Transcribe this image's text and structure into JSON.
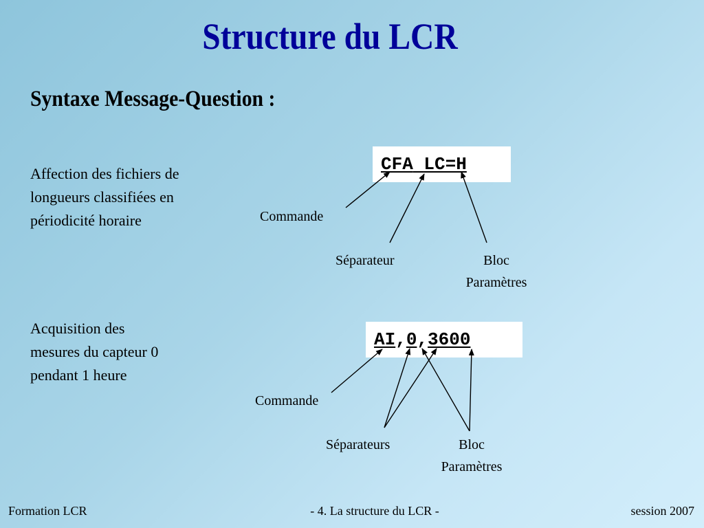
{
  "slide": {
    "title": "Structure du LCR",
    "subtitle": "Syntaxe Message-Question :",
    "colors": {
      "title": "#000099",
      "text": "#000000",
      "code_bg": "#ffffff",
      "background_start": "#8ec5dc",
      "background_end": "#d3eefb"
    }
  },
  "example1": {
    "description": [
      "Affection des fichiers de",
      "longueurs classifiées en",
      "périodicité horaire"
    ],
    "code": {
      "command": "CFA",
      "separator": " ",
      "parameters": "LC=H"
    },
    "labels": {
      "command": "Commande",
      "separator": "Séparateur",
      "block_line1": "Bloc",
      "block_line2": "Paramètres"
    }
  },
  "example2": {
    "description": [
      "Acquisition des",
      "mesures du capteur 0",
      "pendant 1 heure"
    ],
    "code": {
      "command": "AI",
      "sep1": ",",
      "param1": "0",
      "sep2": ",",
      "param2": "3600"
    },
    "labels": {
      "command": "Commande",
      "separator": "Séparateurs",
      "block_line1": "Bloc",
      "block_line2": "Paramètres"
    }
  },
  "footer": {
    "left": "Formation LCR",
    "center": "- 4. La structure du LCR -",
    "right": "session 2007"
  }
}
